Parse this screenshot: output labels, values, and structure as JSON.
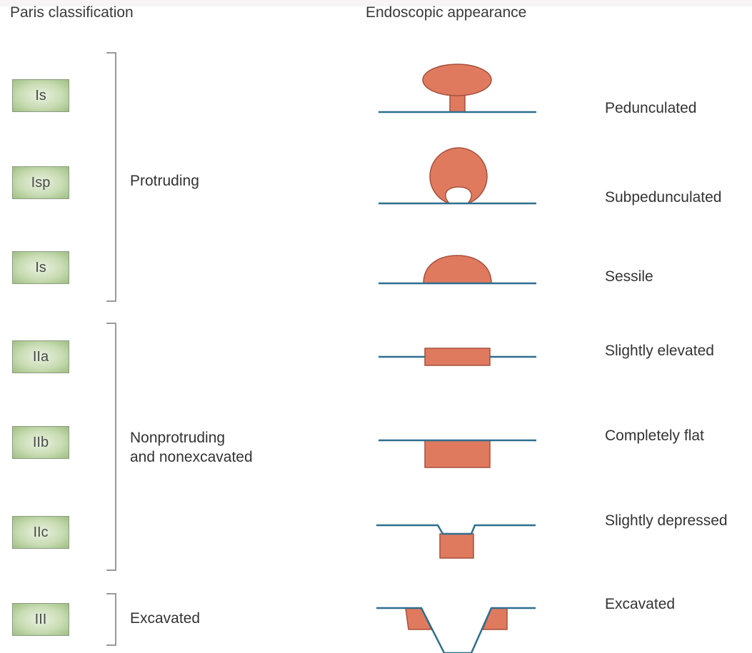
{
  "headers": {
    "left": "Paris classification",
    "right": "Endoscopic appearance"
  },
  "rows": [
    {
      "code": "Is",
      "description": "Pedunculated",
      "shape": "pedunculated-polyp"
    },
    {
      "code": "Isp",
      "description": "Subpedunculated",
      "shape": "subpedunculated-polyp"
    },
    {
      "code": "Is",
      "description": "Sessile",
      "shape": "sessile-polyp"
    },
    {
      "code": "IIa",
      "description": "Slightly elevated",
      "shape": "slightly-elevated-lesion"
    },
    {
      "code": "IIb",
      "description": "Completely flat",
      "shape": "flat-lesion"
    },
    {
      "code": "IIc",
      "description": "Slightly depressed",
      "shape": "depressed-lesion"
    },
    {
      "code": "III",
      "description": "Excavated",
      "shape": "excavated-lesion"
    }
  ],
  "groups": [
    {
      "lines": [
        "Protruding"
      ]
    },
    {
      "lines": [
        "Nonprotruding",
        "and nonexcavated"
      ]
    },
    {
      "lines": [
        "Excavated"
      ]
    }
  ],
  "colors": {
    "lesion_fill": "#e07a5f",
    "lesion_stroke": "#a5503d",
    "mucosa_line": "#2e6f8e",
    "bracket": "#9a9a9a",
    "badge_fill": "#c9dcb4",
    "badge_border": "#8d9a83"
  }
}
